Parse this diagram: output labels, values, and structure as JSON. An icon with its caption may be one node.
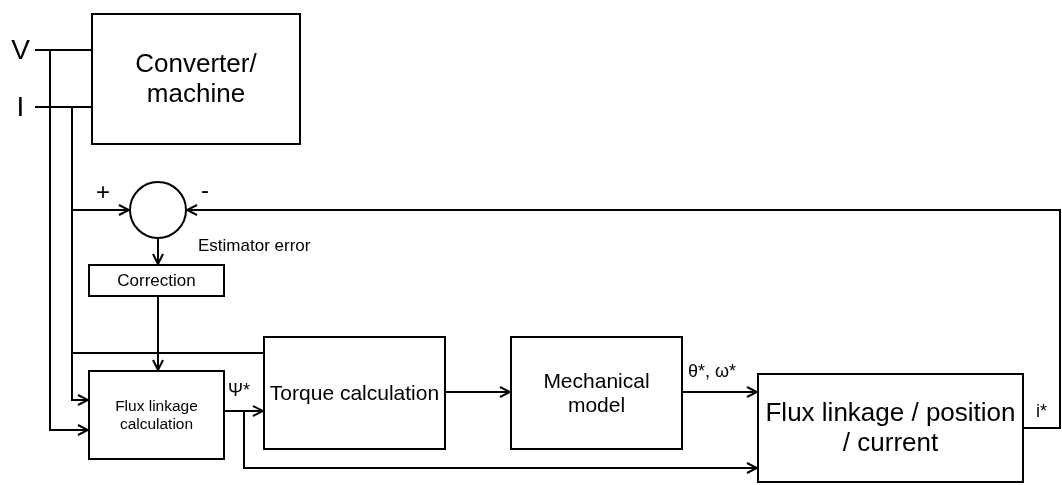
{
  "diagram": {
    "nodes": [
      {
        "text": [
          "V"
        ]
      },
      {
        "text": [
          "I"
        ]
      },
      {
        "text": [
          "Converter/ machine"
        ]
      },
      {
        "text": [],
        "shape": "circle"
      },
      {
        "text": [
          "Correction"
        ]
      },
      {
        "text": [
          "Flux linkage calculation"
        ]
      },
      {
        "text": [
          "Torque calculation"
        ]
      },
      {
        "text": [
          "Mechanical model"
        ]
      },
      {
        "text": [
          "Flux linkage / position / current"
        ]
      }
    ],
    "edges": [
      {
        "from": 0,
        "to": 2,
        "arrow": "none"
      },
      {
        "from": 1,
        "to": 2,
        "arrow": "none"
      },
      {
        "from": 0,
        "to": 5,
        "arrow": "to"
      },
      {
        "from": 1,
        "to": 5,
        "arrow": "to"
      },
      {
        "from": 1,
        "to": 3,
        "arrow": "to"
      },
      {
        "from": 1,
        "to": 6,
        "arrow": "none"
      },
      {
        "from": 3,
        "to": 4,
        "arrow": "to"
      },
      {
        "from": 4,
        "to": 5,
        "arrow": "to"
      },
      {
        "from": 5,
        "to": 6,
        "arrow": "to",
        "label": "Ψ*"
      },
      {
        "from": 5,
        "to": 8,
        "arrow": "to"
      },
      {
        "from": 6,
        "to": 7,
        "arrow": "to"
      },
      {
        "from": 7,
        "to": 8,
        "arrow": "to",
        "label": "θ*, ω*"
      },
      {
        "from": 8,
        "to": 3,
        "arrow": "to",
        "label": "i*"
      }
    ],
    "labels": [
      "+",
      "-",
      "Estimator error"
    ]
  }
}
